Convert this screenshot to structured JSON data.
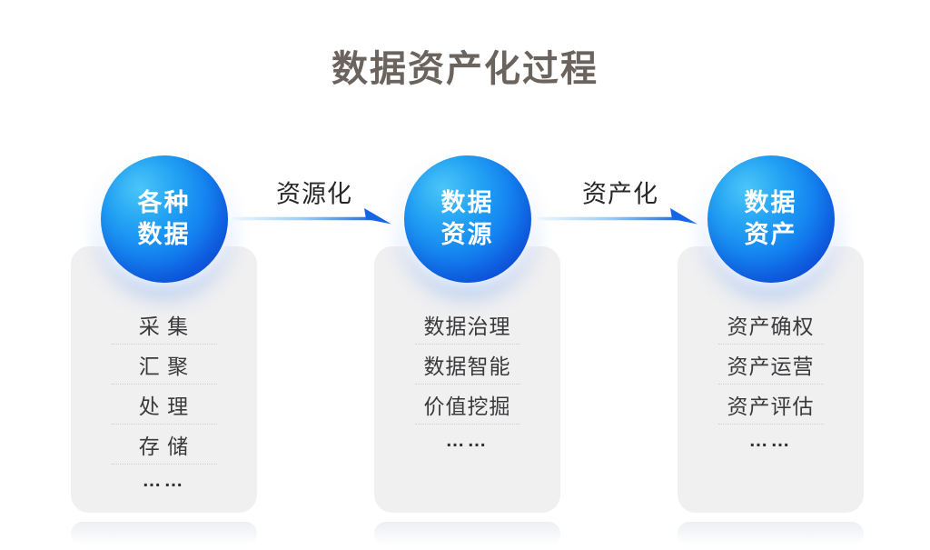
{
  "title": "数据资产化过程",
  "colors": {
    "title_color": "#6b635d",
    "card_bg": "#f0f0f1",
    "sphere_mid": "#1585f1",
    "arrow_blue": "#1e6fec"
  },
  "arrows": [
    {
      "label": "资源化"
    },
    {
      "label": "资产化"
    }
  ],
  "columns": [
    {
      "bubble": {
        "line1": "各种",
        "line2": "数据"
      },
      "items": [
        "采 集",
        "汇 聚",
        "处 理",
        "存 储"
      ],
      "more": "……"
    },
    {
      "bubble": {
        "line1": "数据",
        "line2": "资源"
      },
      "items": [
        "数据治理",
        "数据智能",
        "价值挖掘"
      ],
      "more": "……"
    },
    {
      "bubble": {
        "line1": "数据",
        "line2": "资产"
      },
      "items": [
        "资产确权",
        "资产运营",
        "资产评估"
      ],
      "more": "……"
    }
  ]
}
